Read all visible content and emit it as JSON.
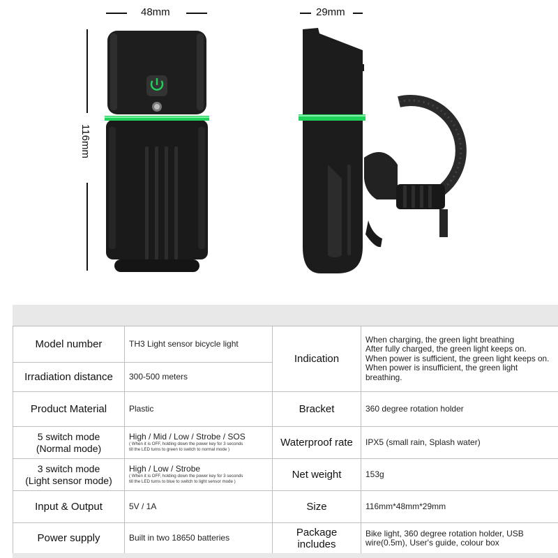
{
  "dimensions": {
    "width_label": "48mm",
    "depth_label": "29mm",
    "height_label": "116mm"
  },
  "colors": {
    "accent_green": "#1fd35a",
    "lamp_body": "#1c1c1c",
    "table_border": "#bdbdbd",
    "band_gray": "#e8e8e8"
  },
  "icons": [
    "power-icon",
    "light-sensor-icon"
  ],
  "left_rows": [
    {
      "label": "Model number",
      "value": "TH3 Light sensor bicycle light",
      "note": ""
    },
    {
      "label": "Irradiation distance",
      "value": "300-500 meters",
      "note": ""
    },
    {
      "label": "Product Material",
      "value": "Plastic",
      "note": ""
    },
    {
      "label": "5 switch mode\n(Normal mode)",
      "value": "High / Mid / Low / Strobe / SOS",
      "note": "( When it is OFF, holding down the power key for 3 seconds\ntill the LED turns to green to switch to normal mode )"
    },
    {
      "label": "3 switch mode\n(Light sensor mode)",
      "value": "High / Low / Strobe",
      "note": "( When it is OFF, holding down the power key for 3 seconds\ntill the LED turns to blue to switch to light sensor mode )"
    },
    {
      "label": "Input & Output",
      "value": "5V / 1A",
      "note": ""
    },
    {
      "label": "Power supply",
      "value": "Built in two 18650 batteries",
      "note": ""
    }
  ],
  "right_rows": [
    {
      "label": "Indication",
      "value": "When charging, the green light breathing\nAfter fully charged, the green light keeps on.\nWhen power is sufficient, the green light keeps on. When power is insufficient, the green light breathing."
    },
    {
      "label": "Bracket",
      "value": "360 degree rotation holder"
    },
    {
      "label": "Waterproof rate",
      "value": "IPX5 (small rain, Splash water)"
    },
    {
      "label": "Net weight",
      "value": "153g"
    },
    {
      "label": "Size",
      "value": "116mm*48mm*29mm"
    },
    {
      "label": "Package includes",
      "value": "Bike light, 360 degree rotation holder, USB wire(0.5m), User's guide, colour box"
    }
  ]
}
